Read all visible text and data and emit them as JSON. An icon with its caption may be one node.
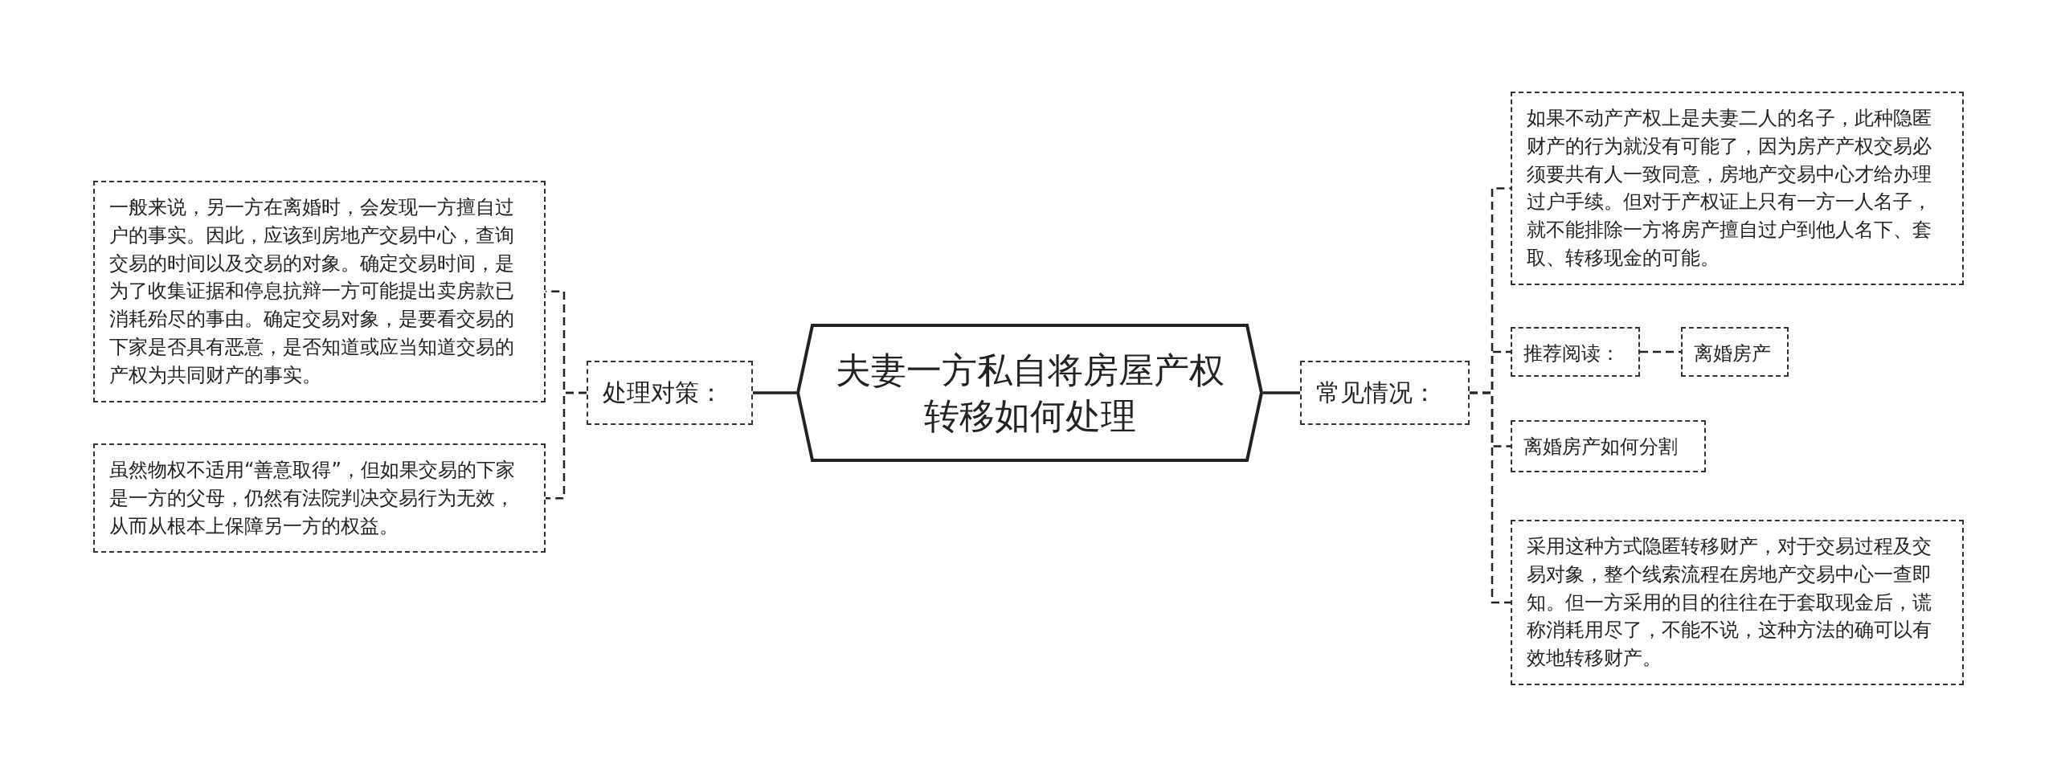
{
  "diagram": {
    "nodes": [
      {
        "text": [
          "夫妻一方私自将房屋产权转移如何处理"
        ]
      },
      {
        "text": [
          "处理对策："
        ]
      },
      {
        "text": [
          "一般来说，另一方在离婚时，会发现一方擅自过户的事实。因此，应该到房地产交易中心，查询交易的时间以及交易的对象。确定交易时间，是为了收集证据和停息抗辩一方可能提出卖房款已消耗殆尽的事由。确定交易对象，是要看交易的下家是否具有恶意，是否知道或应当知道交易的产权为共同财产的事实。"
        ]
      },
      {
        "text": [
          "虽然物权不适用“善意取得”，但如果交易的下家是一方的父母，仍然有法院判决交易行为无效，从而从根本上保障另一方的权益。"
        ]
      },
      {
        "text": [
          "常见情况："
        ]
      },
      {
        "text": [
          "如果不动产产权上是夫妻二人的名子，此种隐匿财产的行为就没有可能了，因为房产产权交易必须要共有人一致同意，房地产交易中心才给办理过户手续。但对于产权证上只有一方一人名子，就不能排除一方将房产擅自过户到他人名下、套取、转移现金的可能。"
        ]
      },
      {
        "text": [
          "推荐阅读："
        ]
      },
      {
        "text": [
          "离婚房产"
        ]
      },
      {
        "text": [
          "离婚房产如何分割"
        ]
      },
      {
        "text": [
          "采用这种方式隐匿转移财产，对于交易过程及交易对象，整个线索流程在房地产交易中心一查即知。但一方采用的目的往往在于套取现金后，谎称消耗用尽了，不能不说，这种方法的确可以有效地转移财产。"
        ]
      }
    ],
    "edges": [
      {
        "from": 0,
        "to": 1,
        "arrow": "none"
      },
      {
        "from": 1,
        "to": 2,
        "arrow": "none",
        "style": "dashed"
      },
      {
        "from": 1,
        "to": 3,
        "arrow": "none",
        "style": "dashed"
      },
      {
        "from": 0,
        "to": 4,
        "arrow": "none"
      },
      {
        "from": 4,
        "to": 5,
        "arrow": "none",
        "style": "dashed"
      },
      {
        "from": 4,
        "to": 6,
        "arrow": "none",
        "style": "dashed"
      },
      {
        "from": 4,
        "to": 8,
        "arrow": "none",
        "style": "dashed"
      },
      {
        "from": 4,
        "to": 9,
        "arrow": "none",
        "style": "dashed"
      },
      {
        "from": 6,
        "to": 7,
        "arrow": "none",
        "style": "dashed"
      }
    ]
  }
}
